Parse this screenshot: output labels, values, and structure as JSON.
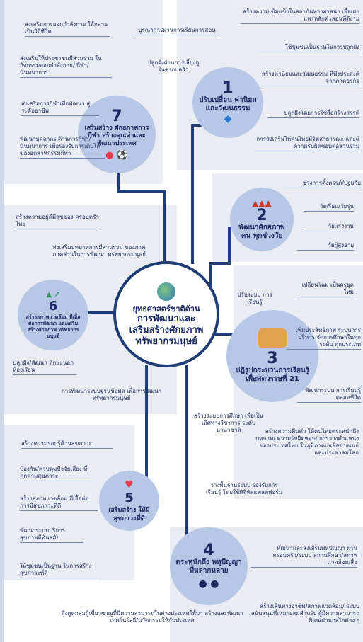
{
  "center": {
    "line1": "ยุทธศาสตร์ชาติด้าน",
    "line2": "การพัฒนาและ",
    "line3": "เสริมสร้างศักยภาพ",
    "line4": "ทรัพยากรมนุษย์"
  },
  "strategies": [
    {
      "num": "1",
      "title": "ปรับเปลี่ยน ค่านิยมและวัฒนธรรม"
    },
    {
      "num": "2",
      "title": "พัฒนาศักยภาพคน ทุกช่วงวัย"
    },
    {
      "num": "3",
      "title": "ปฏิรูปกระบวนการเรียนรู้ เพื่อศตวรรษที่ 21"
    },
    {
      "num": "4",
      "title": "ตระหนักถึง พหุปัญญาที่หลากหลาย"
    },
    {
      "num": "5",
      "title": "เสริมสร้าง ให้มีสุขภาวะที่ดี"
    },
    {
      "num": "6",
      "title": "สร้างสภาพแวดล้อม ที่เอื้อต่อการพัฒนา และเสริมสร้างศักยภาพ ทรัพยากรมนุษย์"
    },
    {
      "num": "7",
      "title": "เสริมสร้าง ศักยภาพการกีฬา สร้างคุณค่าและพัฒนาประเทศ"
    }
  ],
  "s1_items": [
    "บูรณาการผ่านการเรียนการสอน",
    "ปลูกฝังผ่านการเลี้ยงดู ในครอบครัว",
    "สร้างความเข้มแข็งในสถาบันทางศาสนา เพื่อเผยแพร่หลักคำสอนที่ดีงาม",
    "ใช้ชุมชนเป็นฐานในการปลูกฝัง",
    "สร้างค่านิยมและวัฒนธรรม ที่พึงประสงค์จากภาคธุรกิจ",
    "ปลูกฝังโดยการใช้สื่อสร้างสรรค์",
    "การส่งเสริมให้คนไทยมีจิตสาธารณะ และมีความรับผิดชอบต่อส่วนรวม"
  ],
  "s2_items": [
    "ช่วงการตั้งครรภ์/ปฐมวัย",
    "วัยเรียน/วัยรุ่น",
    "วัยแรงงาน",
    "วัยผู้สูงอายุ"
  ],
  "s3_items": [
    "ปรับระบบ การเรียนรู้",
    "เปลี่ยนโฉม เป็นครูยุคใหม่",
    "เพิ่มประสิทธิภาพ ระบบการบริหาร จัดการศึกษาในทุกระดับ ทุกประเภท",
    "พัฒนาระบบ การเรียนรู้ตลอดชีวิต",
    "สร้างระบบการศึกษา เพื่อเป็นเลิศทางวิชาการ ระดับนานาชาติ",
    "สร้างความตื่นตัว ให้คนไทยตระหนักถึงบทบาท/ ความรับผิดชอบ/ การวางตำแหน่งของประเทศไทย ในภูมิภาคเอเชียอาคเนย์ และประชาคมโลก",
    "วางพื้นฐานระบบ รองรับการเรียนรู้ โดยใช้ดิจิทัลแพลตฟอร์ม"
  ],
  "s4_items": [
    "พัฒนาและส่งเสริมพหุปัญญา ผ่านครอบครัว/ระบบ สถานศึกษา/สภาพแวดล้อม/สื่อ",
    "สร้างเส้นทางอาชีพ/สภาพแวดล้อม/ ระบบสนับสนุนที่เหมาะสมสำหรับ ผู้มีความสามารถพิเศษผ่านกลไกต่าง ๆ",
    "ดึงดูดกลุ่มผู้เชี่ยวชาญที่มีความสามารถในต่างประเทศให้มา สร้างและพัฒนาเทคโนโลยี/นวัตกรรมให้กับประเทศ"
  ],
  "s5_items": [
    "สร้างความรอบรู้ด้านสุขภาวะ",
    "ป้องกัน/ควบคุมปัจจัยเสี่ยง ที่คุกคามสุขภาวะ",
    "สร้างสภาพแวดล้อม ที่เอื้อต่อการมีสุขภาวะที่ดี",
    "พัฒนาระบบบริการ สุขภาพที่ทันสมัย",
    "ให้ชุมชนเป็นฐาน ในการสร้างสุขภาวะที่ดี"
  ],
  "s6_items": [
    "สร้างความอยู่ดีมีสุขของ ครอบครัวไทย",
    "ส่งเสริมบทบาทการมีส่วนร่วม ของภาคภาคส่วนในการพัฒนา ทรัพยากรมนุษย์",
    "ปลูกฝัง/พัฒนา ทักษะนอกห้องเรียน",
    "การพัฒนาระบบฐานข้อมูล เพื่อการพัฒนาทรัพยากรมนุษย์"
  ],
  "s7_items": [
    "ส่งเสริมการออกกำลังกาย ให้กลายเป็นวิถีชีวิต",
    "ส่งเสริมให้ประชาชนมีส่วนร่วม ในกิจกรรมออกกำลังกาย/ กีฬา/นันทนาการ",
    "ส่งเสริมการกีฬาเพื่อพัฒนา สู่ระดับอาชีพ",
    "พัฒนาบุคลากร ด้านการกีฬา/นันทนาการ เพื่อรองรับการเติบโต ของอุตสาหกรรมกีฬา"
  ],
  "colors": {
    "trunk": "#1f3c75",
    "bubble": "#b7c8e6",
    "panel": "#e9ecf3",
    "heart": "#e23b4e"
  }
}
